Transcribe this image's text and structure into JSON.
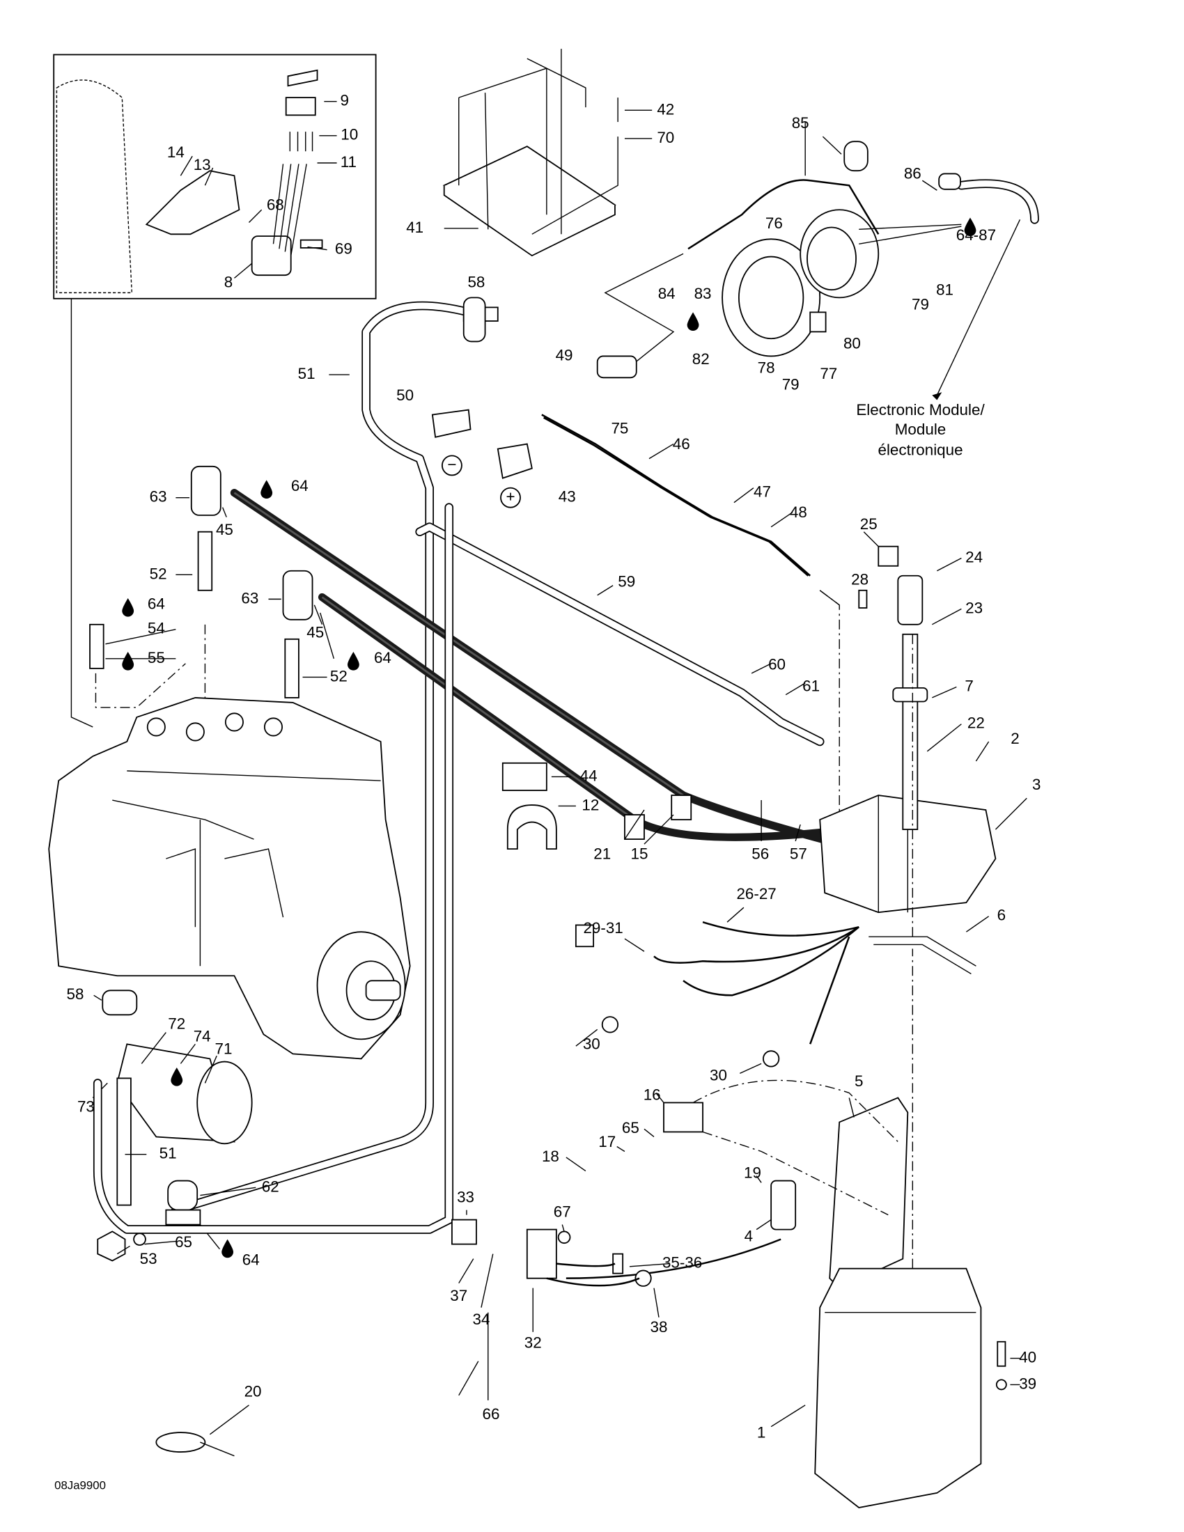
{
  "diagram_code": "08Ja9900",
  "note": {
    "line1": "Electronic Module/",
    "line2": "Module",
    "line3": "électronique"
  },
  "callouts": {
    "c9": "9",
    "c10": "10",
    "c11": "11",
    "c14": "14",
    "c13": "13",
    "c68": "68",
    "c69": "69",
    "c8": "8",
    "c42": "42",
    "c70": "70",
    "c41": "41",
    "c85": "85",
    "c86": "86",
    "c76": "76",
    "c64_87": "64-87",
    "c84": "84",
    "c83": "83",
    "c81": "81",
    "c79a": "79",
    "c80": "80",
    "c58a": "58",
    "c49": "49",
    "c51a": "51",
    "c50": "50",
    "c82": "82",
    "c78": "78",
    "c79b": "79",
    "c77": "77",
    "c75": "75",
    "c46": "46",
    "c43": "43",
    "c63a": "63",
    "c64a": "64",
    "c45a": "45",
    "c47": "47",
    "c48": "48",
    "c25": "25",
    "c24": "24",
    "c52a": "52",
    "c28": "28",
    "c59": "59",
    "c23": "23",
    "c63b": "63",
    "c64b": "64",
    "c54": "54",
    "c55": "55",
    "c45b": "45",
    "c64c": "64",
    "c52b": "52",
    "c60": "60",
    "c61": "61",
    "c7": "7",
    "c22": "22",
    "c2": "2",
    "c3": "3",
    "c44": "44",
    "c12": "12",
    "c21": "21",
    "c15": "15",
    "c56": "56",
    "c57": "57",
    "c26_27": "26-27",
    "c29_31": "29-31",
    "c6": "6",
    "c58b": "58",
    "c72": "72",
    "c74": "74",
    "c71": "71",
    "c30a": "30",
    "c30b": "30",
    "c73": "73",
    "c16": "16",
    "c5": "5",
    "c65a": "65",
    "c17": "17",
    "c18": "18",
    "c51b": "51",
    "c19": "19",
    "c62": "62",
    "c33": "33",
    "c67": "67",
    "c4": "4",
    "c65b": "65",
    "c53": "53",
    "c64d": "64",
    "c35_36": "35-36",
    "c37": "37",
    "c34": "34",
    "c38": "38",
    "c32": "32",
    "c40": "40",
    "c39": "39",
    "c20": "20",
    "c66": "66",
    "c1": "1"
  },
  "symbols": {
    "minus": "−",
    "plus": "+"
  },
  "icons": [
    "sealant-drop-icon"
  ]
}
